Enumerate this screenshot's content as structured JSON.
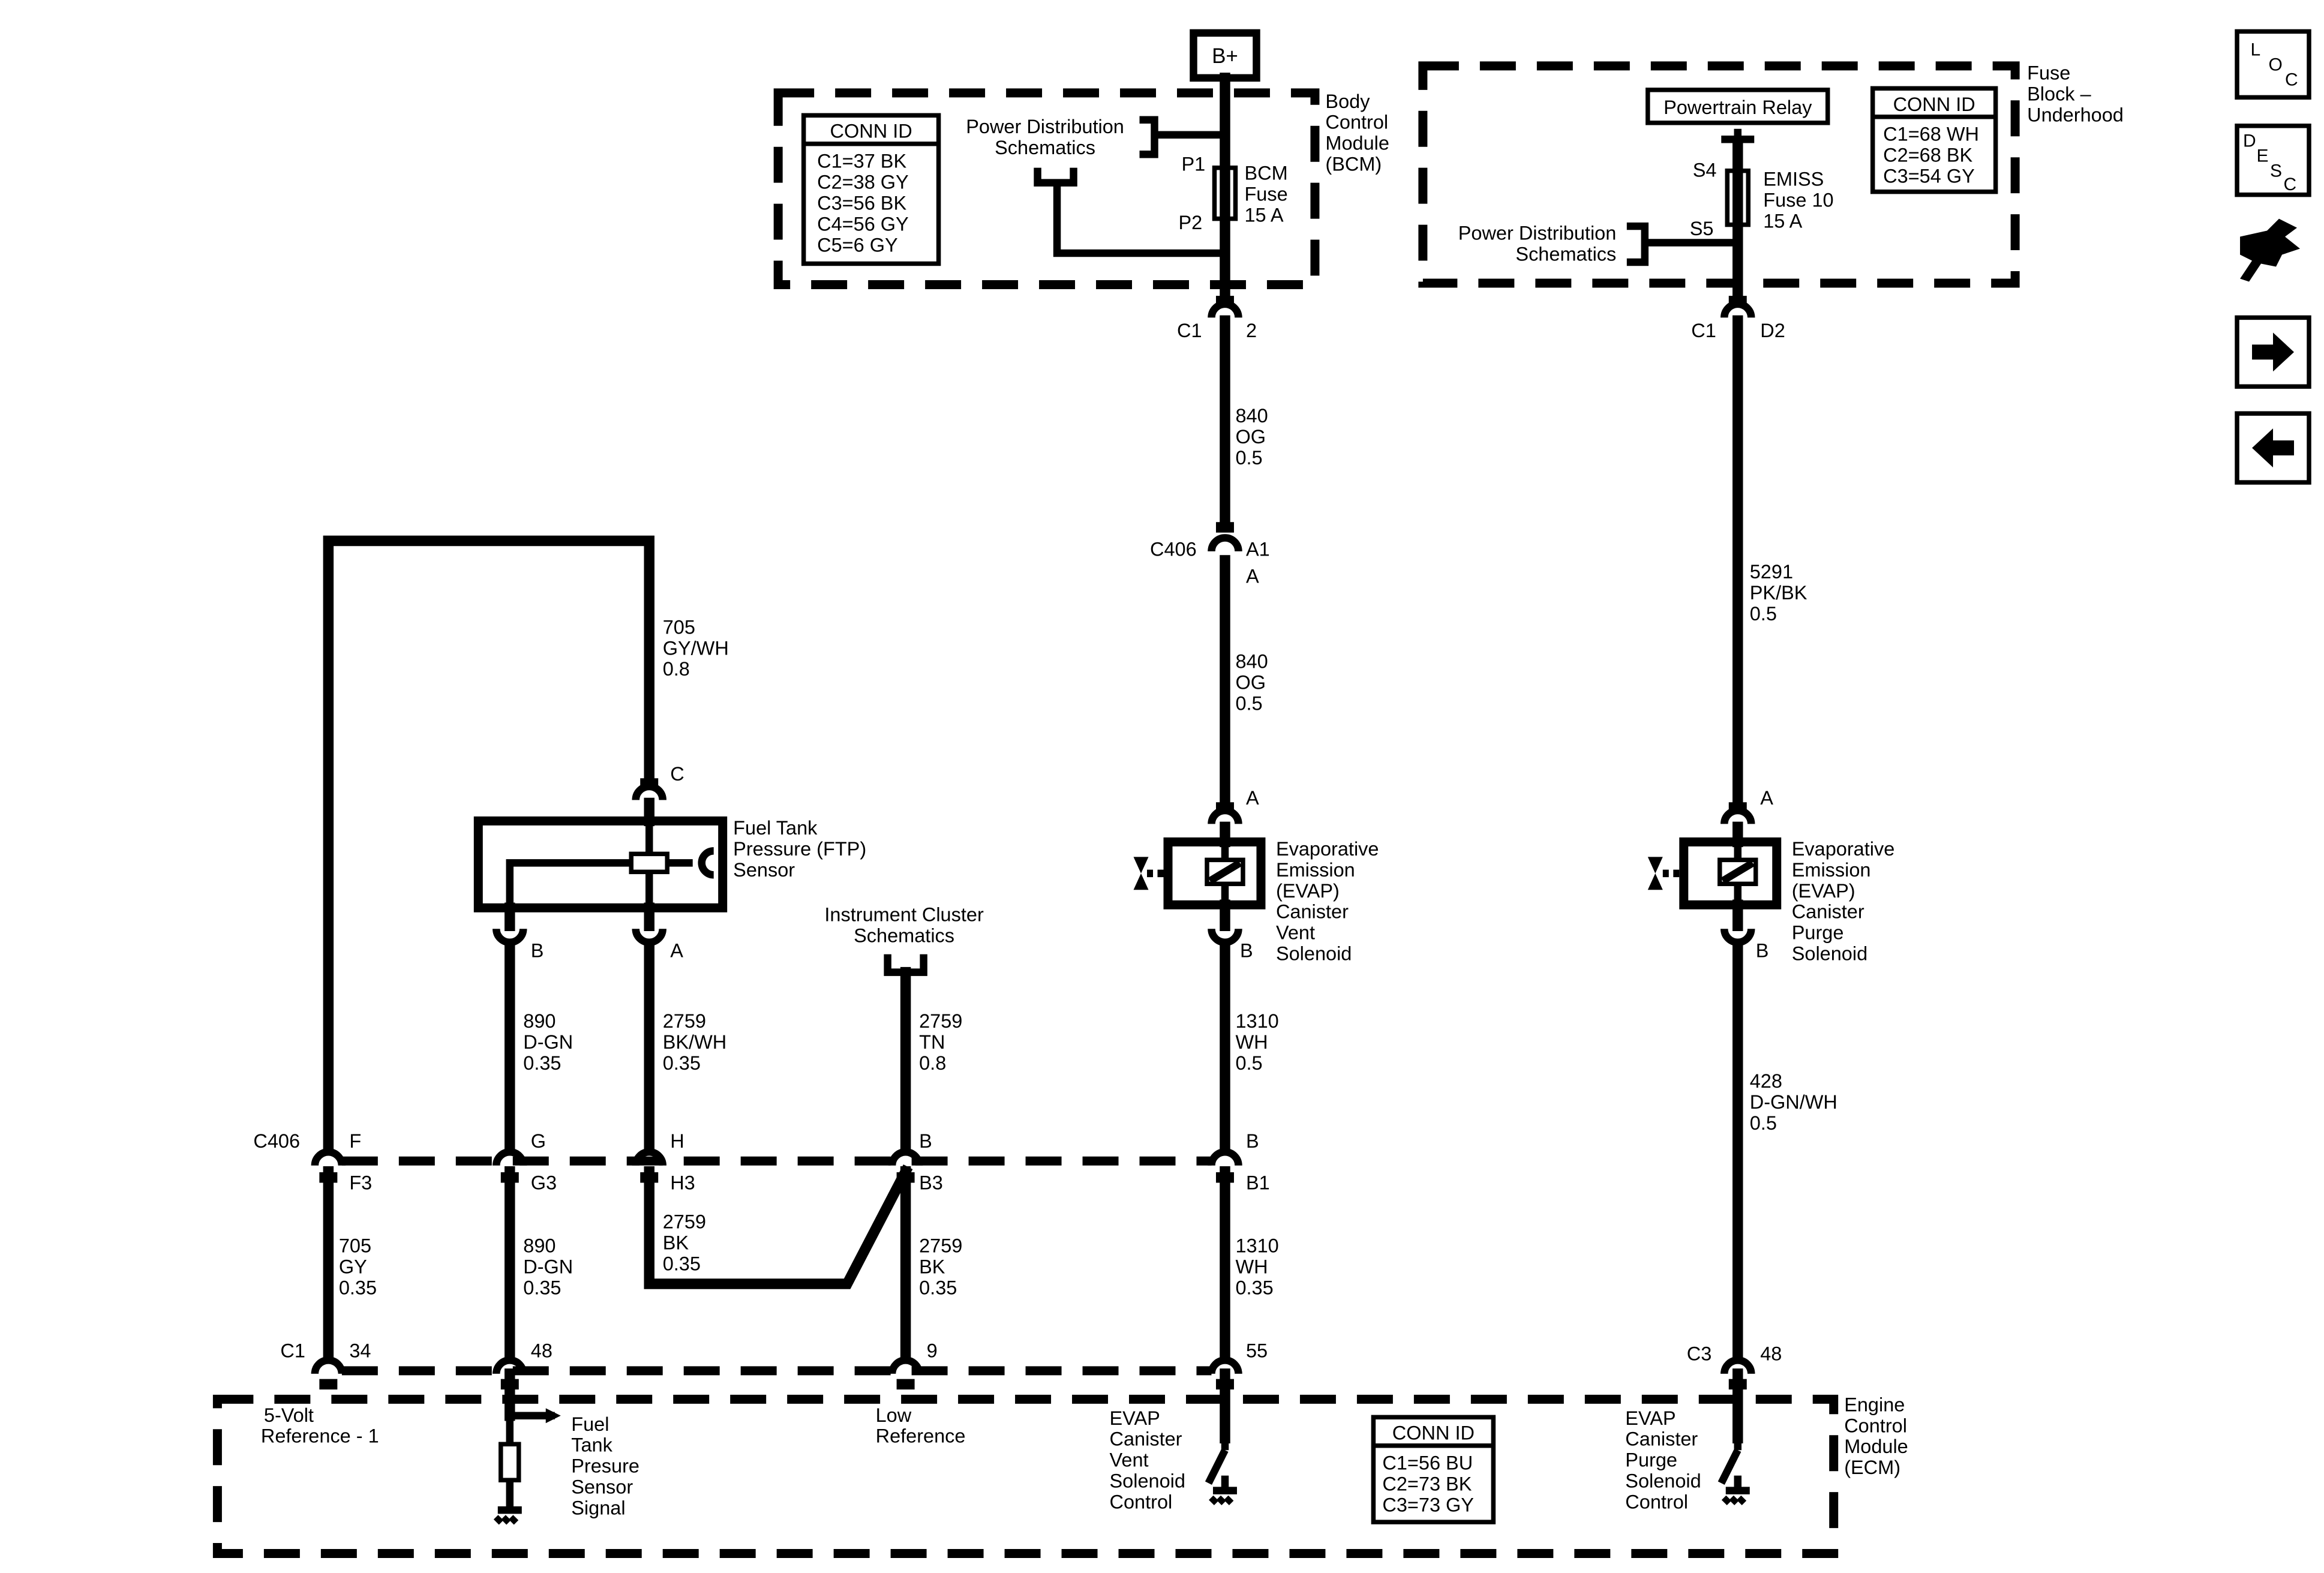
{
  "supply": {
    "bplus": "B+"
  },
  "bcm": {
    "name_lines": [
      "Body",
      "Control",
      "Module",
      "(BCM)"
    ],
    "conn_title": "CONN ID",
    "conn_rows": [
      "C1=37 BK",
      "C2=38 GY",
      "C3=56 BK",
      "C4=56 GY",
      "C5=6 GY"
    ],
    "pds_lines": [
      "Power Distribution",
      "Schematics"
    ],
    "p1": "P1",
    "p2": "P2",
    "fuse_lines": [
      "BCM",
      "Fuse",
      "15 A"
    ],
    "conn_c1": "C1",
    "conn_pin": "2"
  },
  "fuse_block": {
    "name_lines": [
      "Fuse",
      "Block –",
      "Underhood"
    ],
    "relay": "Powertrain Relay",
    "conn_title": "CONN ID",
    "conn_rows": [
      "C1=68 WH",
      "C2=68 BK",
      "C3=54 GY"
    ],
    "pds_lines": [
      "Power Distribution",
      "Schematics"
    ],
    "s4": "S4",
    "s5": "S5",
    "fuse_lines": [
      "EMISS",
      "Fuse 10",
      "15 A"
    ],
    "conn_c1": "C1",
    "conn_pin": "D2"
  },
  "wires": {
    "w840_upper": [
      "840",
      "OG",
      "0.5"
    ],
    "w840_lower": [
      "840",
      "OG",
      "0.5"
    ],
    "w5291": [
      "5291",
      "PK/BK",
      "0.5"
    ],
    "w705_upper": [
      "705",
      "GY/WH",
      "0.8"
    ],
    "w890_upper": [
      "890",
      "D-GN",
      "0.35"
    ],
    "w2759_bkwh": [
      "2759",
      "BK/WH",
      "0.35"
    ],
    "w2759_tn": [
      "2759",
      "TN",
      "0.8"
    ],
    "w1310_upper": [
      "1310",
      "WH",
      "0.5"
    ],
    "w428": [
      "428",
      "D-GN/WH",
      "0.5"
    ],
    "w705_lower": [
      "705",
      "GY",
      "0.35"
    ],
    "w890_lower": [
      "890",
      "D-GN",
      "0.35"
    ],
    "w2759_bk_left": [
      "2759",
      "BK",
      "0.35"
    ],
    "w2759_bk_right": [
      "2759",
      "BK",
      "0.35"
    ],
    "w1310_lower": [
      "1310",
      "WH",
      "0.35"
    ]
  },
  "connectors": {
    "c406": "C406",
    "a1": "A1",
    "a": "A",
    "f": "F",
    "g": "G",
    "h": "H",
    "b": "B",
    "f3": "F3",
    "g3": "G3",
    "h3": "H3",
    "b3": "B3",
    "b1": "B1",
    "ecm_c1": "C1",
    "ecm_c3": "C3",
    "p34": "34",
    "p48": "48",
    "p9": "9",
    "p55": "55",
    "p48b": "48"
  },
  "ftp_sensor": {
    "name_lines": [
      "Fuel Tank",
      "Pressure (FTP)",
      "Sensor"
    ],
    "pin_c": "C",
    "pin_b": "B",
    "pin_a": "A"
  },
  "instrument_cluster": {
    "lines": [
      "Instrument Cluster",
      "Schematics"
    ]
  },
  "vent_solenoid": {
    "name_lines": [
      "Evaporative",
      "Emission",
      "(EVAP)",
      "Canister",
      "Vent",
      "Solenoid"
    ],
    "pin_a": "A",
    "pin_b": "B"
  },
  "purge_solenoid": {
    "name_lines": [
      "Evaporative",
      "Emission",
      "(EVAP)",
      "Canister",
      "Purge",
      "Solenoid"
    ],
    "pin_a": "A",
    "pin_b": "B"
  },
  "ecm": {
    "name_lines": [
      "Engine",
      "Control",
      "Module",
      "(ECM)"
    ],
    "conn_title": "CONN ID",
    "conn_rows": [
      "C1=56 BU",
      "C2=73 BK",
      "C3=73 GY"
    ],
    "five_volt": [
      "5-Volt",
      "Reference - 1"
    ],
    "ftp_signal": [
      "Fuel",
      "Tank",
      "Presure",
      "Sensor",
      "Signal"
    ],
    "low_ref": [
      "Low",
      "Reference"
    ],
    "vent_ctrl": [
      "EVAP",
      "Canister",
      "Vent",
      "Solenoid",
      "Control"
    ],
    "purge_ctrl": [
      "EVAP",
      "Canister",
      "Purge",
      "Solenoid",
      "Control"
    ]
  },
  "nav": {
    "loc": [
      "L",
      "O",
      "C"
    ],
    "desc": [
      "D",
      "E",
      "S",
      "C"
    ],
    "icons": [
      "loc-icon",
      "desc-icon",
      "harness-icon",
      "next-arrow-icon",
      "back-arrow-icon"
    ]
  }
}
